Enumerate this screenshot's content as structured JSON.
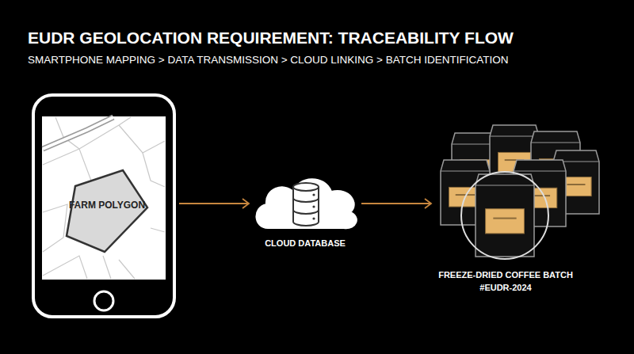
{
  "diagram": {
    "title": "EUDR GEOLOCATION REQUIREMENT: TRACEABILITY FLOW",
    "nodes": [
      {
        "text": [
          "FARM POLYGON"
        ]
      },
      {
        "text": [
          "CLOUD DATABASE"
        ]
      },
      {
        "text": [
          "FREEZE-DRIED COFFEE BATCH #EUDR-2024"
        ]
      }
    ],
    "edges": [
      {
        "from": 0,
        "to": 1,
        "arrow": "to"
      },
      {
        "from": 1,
        "to": 2,
        "arrow": "to"
      }
    ],
    "labels": [
      "SMARTPHONE MAPPING > DATA TRANSMISSION > CLOUD LINKING > BATCH IDENTIFICATION"
    ]
  }
}
